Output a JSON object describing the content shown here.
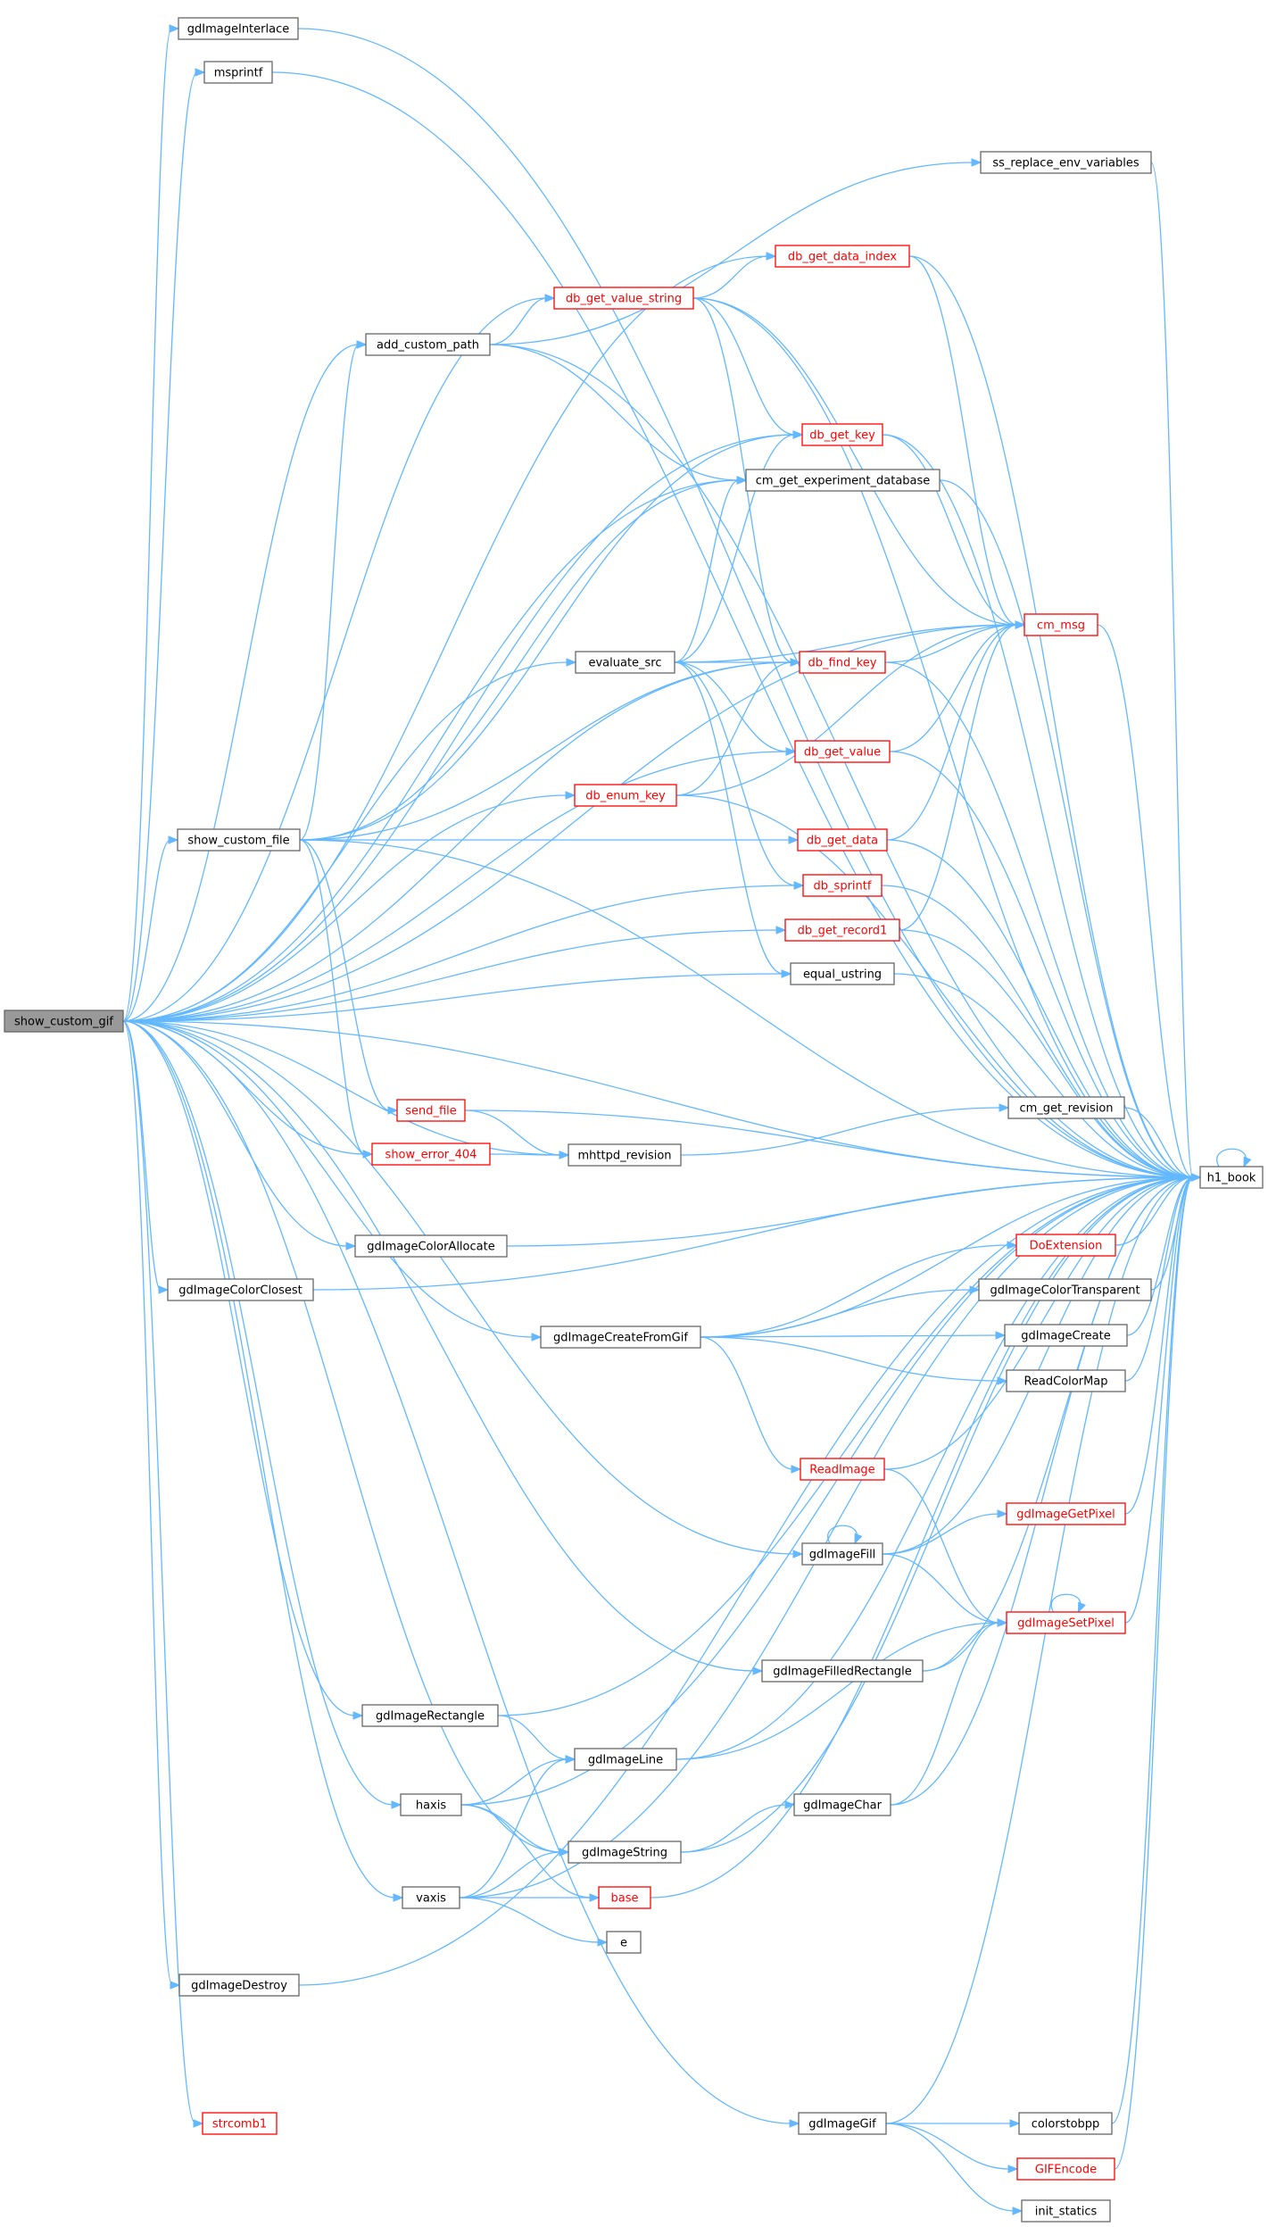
{
  "nodes": [
    {
      "id": "show_custom_gif",
      "label": "show_custom_gif",
      "red": false,
      "root": true
    },
    {
      "id": "gdImageInterlace",
      "label": "gdImageInterlace",
      "red": false
    },
    {
      "id": "msprintf",
      "label": "msprintf",
      "red": false
    },
    {
      "id": "ss_replace_env_variables",
      "label": "ss_replace_env_variables",
      "red": false
    },
    {
      "id": "db_get_data_index",
      "label": "db_get_data_index",
      "red": true
    },
    {
      "id": "db_get_value_string",
      "label": "db_get_value_string",
      "red": true
    },
    {
      "id": "add_custom_path",
      "label": "add_custom_path",
      "red": false
    },
    {
      "id": "db_get_key",
      "label": "db_get_key",
      "red": true
    },
    {
      "id": "cm_get_experiment_database",
      "label": "cm_get_experiment_database",
      "red": false
    },
    {
      "id": "cm_msg",
      "label": "cm_msg",
      "red": true
    },
    {
      "id": "evaluate_src",
      "label": "evaluate_src",
      "red": false
    },
    {
      "id": "db_find_key",
      "label": "db_find_key",
      "red": true
    },
    {
      "id": "db_get_value",
      "label": "db_get_value",
      "red": true
    },
    {
      "id": "db_enum_key",
      "label": "db_enum_key",
      "red": true
    },
    {
      "id": "show_custom_file",
      "label": "show_custom_file",
      "red": false
    },
    {
      "id": "db_get_data",
      "label": "db_get_data",
      "red": true
    },
    {
      "id": "db_sprintf",
      "label": "db_sprintf",
      "red": true
    },
    {
      "id": "db_get_record1",
      "label": "db_get_record1",
      "red": true
    },
    {
      "id": "equal_ustring",
      "label": "equal_ustring",
      "red": false
    },
    {
      "id": "send_file",
      "label": "send_file",
      "red": true
    },
    {
      "id": "cm_get_revision",
      "label": "cm_get_revision",
      "red": false
    },
    {
      "id": "show_error_404",
      "label": "show_error_404",
      "red": true
    },
    {
      "id": "mhttpd_revision",
      "label": "mhttpd_revision",
      "red": false
    },
    {
      "id": "h1_book",
      "label": "h1_book",
      "red": false
    },
    {
      "id": "gdImageColorAllocate",
      "label": "gdImageColorAllocate",
      "red": false
    },
    {
      "id": "DoExtension",
      "label": "DoExtension",
      "red": true
    },
    {
      "id": "gdImageColorClosest",
      "label": "gdImageColorClosest",
      "red": false
    },
    {
      "id": "gdImageColorTransparent",
      "label": "gdImageColorTransparent",
      "red": false
    },
    {
      "id": "gdImageCreateFromGif",
      "label": "gdImageCreateFromGif",
      "red": false
    },
    {
      "id": "gdImageCreate",
      "label": "gdImageCreate",
      "red": false
    },
    {
      "id": "ReadColorMap",
      "label": "ReadColorMap",
      "red": false
    },
    {
      "id": "ReadImage",
      "label": "ReadImage",
      "red": true
    },
    {
      "id": "gdImageGetPixel",
      "label": "gdImageGetPixel",
      "red": true
    },
    {
      "id": "gdImageFill",
      "label": "gdImageFill",
      "red": false
    },
    {
      "id": "gdImageSetPixel",
      "label": "gdImageSetPixel",
      "red": true
    },
    {
      "id": "gdImageFilledRectangle",
      "label": "gdImageFilledRectangle",
      "red": false
    },
    {
      "id": "gdImageRectangle",
      "label": "gdImageRectangle",
      "red": false
    },
    {
      "id": "gdImageLine",
      "label": "gdImageLine",
      "red": false
    },
    {
      "id": "gdImageChar",
      "label": "gdImageChar",
      "red": false
    },
    {
      "id": "haxis",
      "label": "haxis",
      "red": false
    },
    {
      "id": "gdImageString",
      "label": "gdImageString",
      "red": false
    },
    {
      "id": "base",
      "label": "base",
      "red": true
    },
    {
      "id": "vaxis",
      "label": "vaxis",
      "red": false
    },
    {
      "id": "e",
      "label": "e",
      "red": false
    },
    {
      "id": "gdImageDestroy",
      "label": "gdImageDestroy",
      "red": false
    },
    {
      "id": "strcomb1",
      "label": "strcomb1",
      "red": true
    },
    {
      "id": "gdImageGif",
      "label": "gdImageGif",
      "red": false
    },
    {
      "id": "colorstobpp",
      "label": "colorstobpp",
      "red": false
    },
    {
      "id": "GIFEncode",
      "label": "GIFEncode",
      "red": true
    },
    {
      "id": "init_statics",
      "label": "init_statics",
      "red": false
    }
  ],
  "edges": [
    [
      "show_custom_gif",
      "gdImageInterlace"
    ],
    [
      "show_custom_gif",
      "msprintf"
    ],
    [
      "show_custom_gif",
      "h1_book"
    ],
    [
      "show_custom_gif",
      "db_get_data_index"
    ],
    [
      "show_custom_gif",
      "db_get_value_string"
    ],
    [
      "show_custom_gif",
      "add_custom_path"
    ],
    [
      "show_custom_gif",
      "db_get_key"
    ],
    [
      "show_custom_gif",
      "cm_get_experiment_database"
    ],
    [
      "show_custom_gif",
      "cm_msg"
    ],
    [
      "show_custom_gif",
      "evaluate_src"
    ],
    [
      "show_custom_gif",
      "db_find_key"
    ],
    [
      "show_custom_gif",
      "db_enum_key"
    ],
    [
      "show_custom_gif",
      "show_custom_file"
    ],
    [
      "show_custom_gif",
      "db_get_value"
    ],
    [
      "show_custom_gif",
      "db_sprintf"
    ],
    [
      "show_custom_gif",
      "db_get_record1"
    ],
    [
      "show_custom_gif",
      "equal_ustring"
    ],
    [
      "show_custom_gif",
      "show_error_404"
    ],
    [
      "show_custom_gif",
      "mhttpd_revision"
    ],
    [
      "show_custom_gif",
      "gdImageColorAllocate"
    ],
    [
      "show_custom_gif",
      "gdImageColorClosest"
    ],
    [
      "show_custom_gif",
      "gdImageCreateFromGif"
    ],
    [
      "show_custom_gif",
      "gdImageFill"
    ],
    [
      "show_custom_gif",
      "gdImageFilledRectangle"
    ],
    [
      "show_custom_gif",
      "gdImageRectangle"
    ],
    [
      "show_custom_gif",
      "haxis"
    ],
    [
      "show_custom_gif",
      "gdImageString"
    ],
    [
      "show_custom_gif",
      "vaxis"
    ],
    [
      "show_custom_gif",
      "gdImageDestroy"
    ],
    [
      "show_custom_gif",
      "strcomb1"
    ],
    [
      "show_custom_gif",
      "gdImageGif"
    ],
    [
      "gdImageInterlace",
      "h1_book"
    ],
    [
      "msprintf",
      "h1_book"
    ],
    [
      "ss_replace_env_variables",
      "h1_book"
    ],
    [
      "db_get_data_index",
      "h1_book"
    ],
    [
      "db_get_data_index",
      "cm_msg"
    ],
    [
      "db_get_value_string",
      "db_get_data_index"
    ],
    [
      "db_get_value_string",
      "h1_book"
    ],
    [
      "db_get_value_string",
      "db_get_key"
    ],
    [
      "db_get_value_string",
      "cm_msg"
    ],
    [
      "db_get_value_string",
      "db_find_key"
    ],
    [
      "add_custom_path",
      "ss_replace_env_variables"
    ],
    [
      "add_custom_path",
      "db_get_value_string"
    ],
    [
      "add_custom_path",
      "h1_book"
    ],
    [
      "add_custom_path",
      "cm_get_experiment_database"
    ],
    [
      "db_get_key",
      "h1_book"
    ],
    [
      "db_get_key",
      "cm_msg"
    ],
    [
      "cm_get_experiment_database",
      "h1_book"
    ],
    [
      "cm_msg",
      "h1_book"
    ],
    [
      "evaluate_src",
      "db_get_key"
    ],
    [
      "evaluate_src",
      "cm_get_experiment_database"
    ],
    [
      "evaluate_src",
      "cm_msg"
    ],
    [
      "evaluate_src",
      "db_find_key"
    ],
    [
      "evaluate_src",
      "db_get_value"
    ],
    [
      "evaluate_src",
      "db_sprintf"
    ],
    [
      "evaluate_src",
      "equal_ustring"
    ],
    [
      "db_find_key",
      "h1_book"
    ],
    [
      "db_find_key",
      "cm_msg"
    ],
    [
      "db_get_value",
      "h1_book"
    ],
    [
      "db_get_value",
      "cm_msg"
    ],
    [
      "db_enum_key",
      "h1_book"
    ],
    [
      "db_enum_key",
      "cm_msg"
    ],
    [
      "db_enum_key",
      "db_find_key"
    ],
    [
      "show_custom_file",
      "add_custom_path"
    ],
    [
      "show_custom_file",
      "db_get_key"
    ],
    [
      "show_custom_file",
      "cm_get_experiment_database"
    ],
    [
      "show_custom_file",
      "db_find_key"
    ],
    [
      "show_custom_file",
      "db_get_data"
    ],
    [
      "show_custom_file",
      "h1_book"
    ],
    [
      "show_custom_file",
      "send_file"
    ],
    [
      "show_custom_file",
      "show_error_404"
    ],
    [
      "db_get_data",
      "h1_book"
    ],
    [
      "db_get_data",
      "cm_msg"
    ],
    [
      "db_sprintf",
      "h1_book"
    ],
    [
      "db_get_record1",
      "h1_book"
    ],
    [
      "db_get_record1",
      "cm_msg"
    ],
    [
      "equal_ustring",
      "h1_book"
    ],
    [
      "send_file",
      "h1_book"
    ],
    [
      "send_file",
      "mhttpd_revision"
    ],
    [
      "show_error_404",
      "mhttpd_revision"
    ],
    [
      "mhttpd_revision",
      "cm_get_revision"
    ],
    [
      "cm_get_revision",
      "h1_book"
    ],
    [
      "h1_book",
      "h1_book"
    ],
    [
      "gdImageColorAllocate",
      "h1_book"
    ],
    [
      "gdImageColorClosest",
      "h1_book"
    ],
    [
      "DoExtension",
      "h1_book"
    ],
    [
      "gdImageColorTransparent",
      "h1_book"
    ],
    [
      "gdImageCreate",
      "h1_book"
    ],
    [
      "ReadColorMap",
      "h1_book"
    ],
    [
      "gdImageCreateFromGif",
      "DoExtension"
    ],
    [
      "gdImageCreateFromGif",
      "gdImageColorTransparent"
    ],
    [
      "gdImageCreateFromGif",
      "gdImageCreate"
    ],
    [
      "gdImageCreateFromGif",
      "ReadColorMap"
    ],
    [
      "gdImageCreateFromGif",
      "h1_book"
    ],
    [
      "gdImageCreateFromGif",
      "ReadImage"
    ],
    [
      "ReadImage",
      "h1_book"
    ],
    [
      "ReadImage",
      "gdImageSetPixel"
    ],
    [
      "gdImageGetPixel",
      "h1_book"
    ],
    [
      "gdImageFill",
      "gdImageFill"
    ],
    [
      "gdImageFill",
      "gdImageGetPixel"
    ],
    [
      "gdImageFill",
      "gdImageSetPixel"
    ],
    [
      "gdImageFill",
      "h1_book"
    ],
    [
      "gdImageSetPixel",
      "gdImageSetPixel"
    ],
    [
      "gdImageSetPixel",
      "h1_book"
    ],
    [
      "gdImageFilledRectangle",
      "gdImageSetPixel"
    ],
    [
      "gdImageFilledRectangle",
      "h1_book"
    ],
    [
      "gdImageRectangle",
      "h1_book"
    ],
    [
      "gdImageRectangle",
      "gdImageLine"
    ],
    [
      "gdImageLine",
      "gdImageSetPixel"
    ],
    [
      "gdImageLine",
      "h1_book"
    ],
    [
      "gdImageChar",
      "gdImageSetPixel"
    ],
    [
      "gdImageChar",
      "h1_book"
    ],
    [
      "haxis",
      "gdImageLine"
    ],
    [
      "haxis",
      "h1_book"
    ],
    [
      "haxis",
      "gdImageString"
    ],
    [
      "haxis",
      "base"
    ],
    [
      "gdImageString",
      "gdImageChar"
    ],
    [
      "gdImageString",
      "h1_book"
    ],
    [
      "base",
      "h1_book"
    ],
    [
      "vaxis",
      "gdImageLine"
    ],
    [
      "vaxis",
      "gdImageString"
    ],
    [
      "vaxis",
      "base"
    ],
    [
      "vaxis",
      "e"
    ],
    [
      "vaxis",
      "h1_book"
    ],
    [
      "gdImageDestroy",
      "h1_book"
    ],
    [
      "gdImageGif",
      "h1_book"
    ],
    [
      "gdImageGif",
      "colorstobpp"
    ],
    [
      "gdImageGif",
      "GIFEncode"
    ],
    [
      "gdImageGif",
      "init_statics"
    ],
    [
      "colorstobpp",
      "h1_book"
    ],
    [
      "GIFEncode",
      "h1_book"
    ]
  ]
}
